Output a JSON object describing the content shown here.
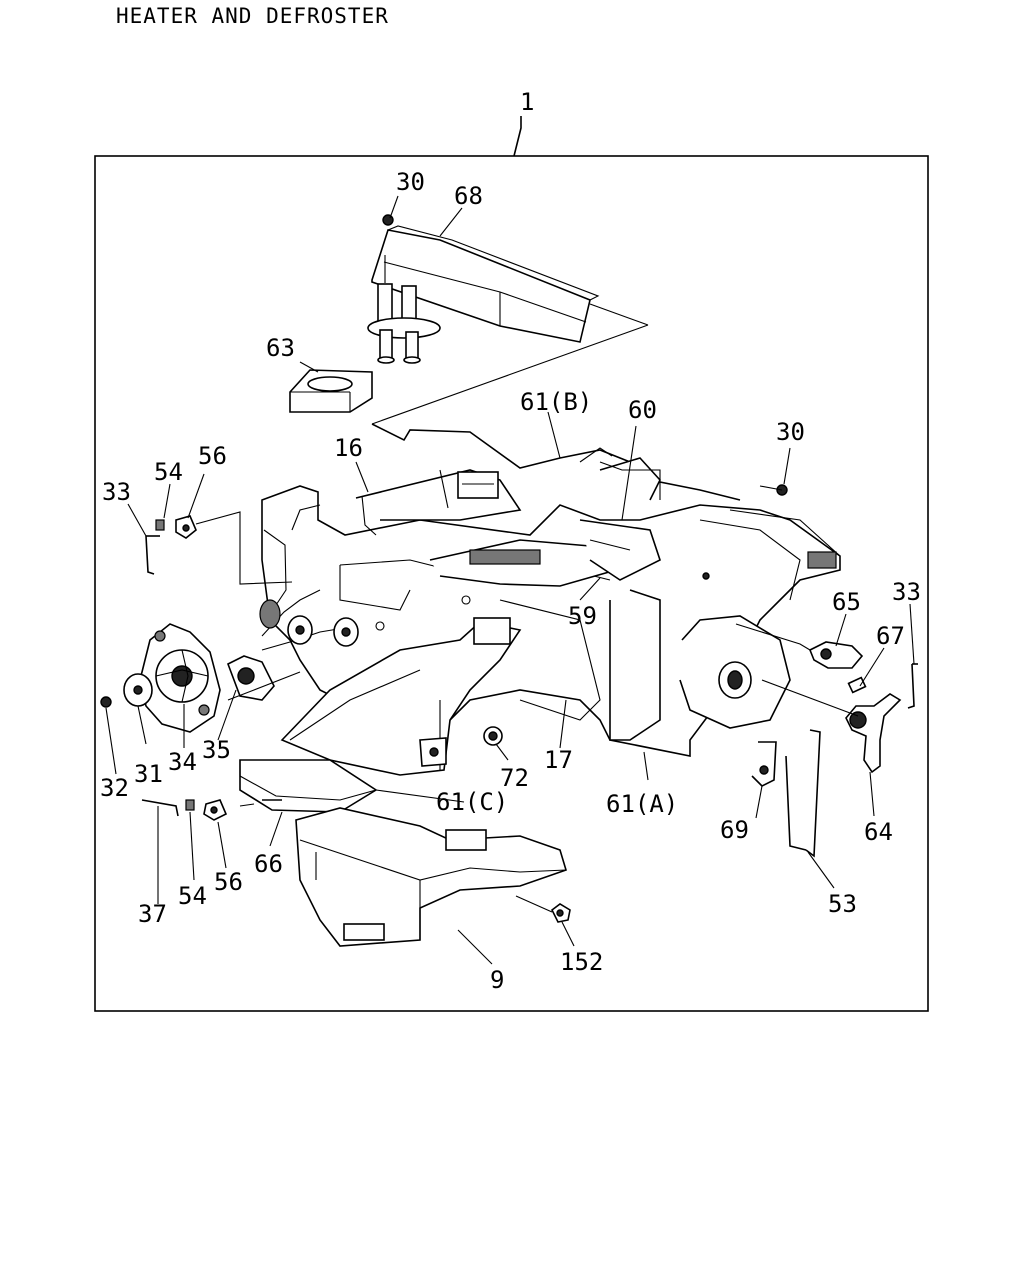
{
  "title": "HEATER AND DEFROSTER",
  "callouts": {
    "c1": "1",
    "c30a": "30",
    "c68": "68",
    "c63": "63",
    "c61b": "61(B)",
    "c60": "60",
    "c30b": "30",
    "c16": "16",
    "c54a": "54",
    "c56a": "56",
    "c33a": "33",
    "c59": "59",
    "c65": "65",
    "c33b": "33",
    "c67": "67",
    "c35": "35",
    "c34": "34",
    "c31": "31",
    "c32": "32",
    "c72": "72",
    "c17": "17",
    "c61c": "61(C)",
    "c61a": "61(A)",
    "c69": "69",
    "c64": "64",
    "c37": "37",
    "c54b": "54",
    "c56b": "56",
    "c66": "66",
    "c53": "53",
    "c152": "152",
    "c9": "9"
  }
}
